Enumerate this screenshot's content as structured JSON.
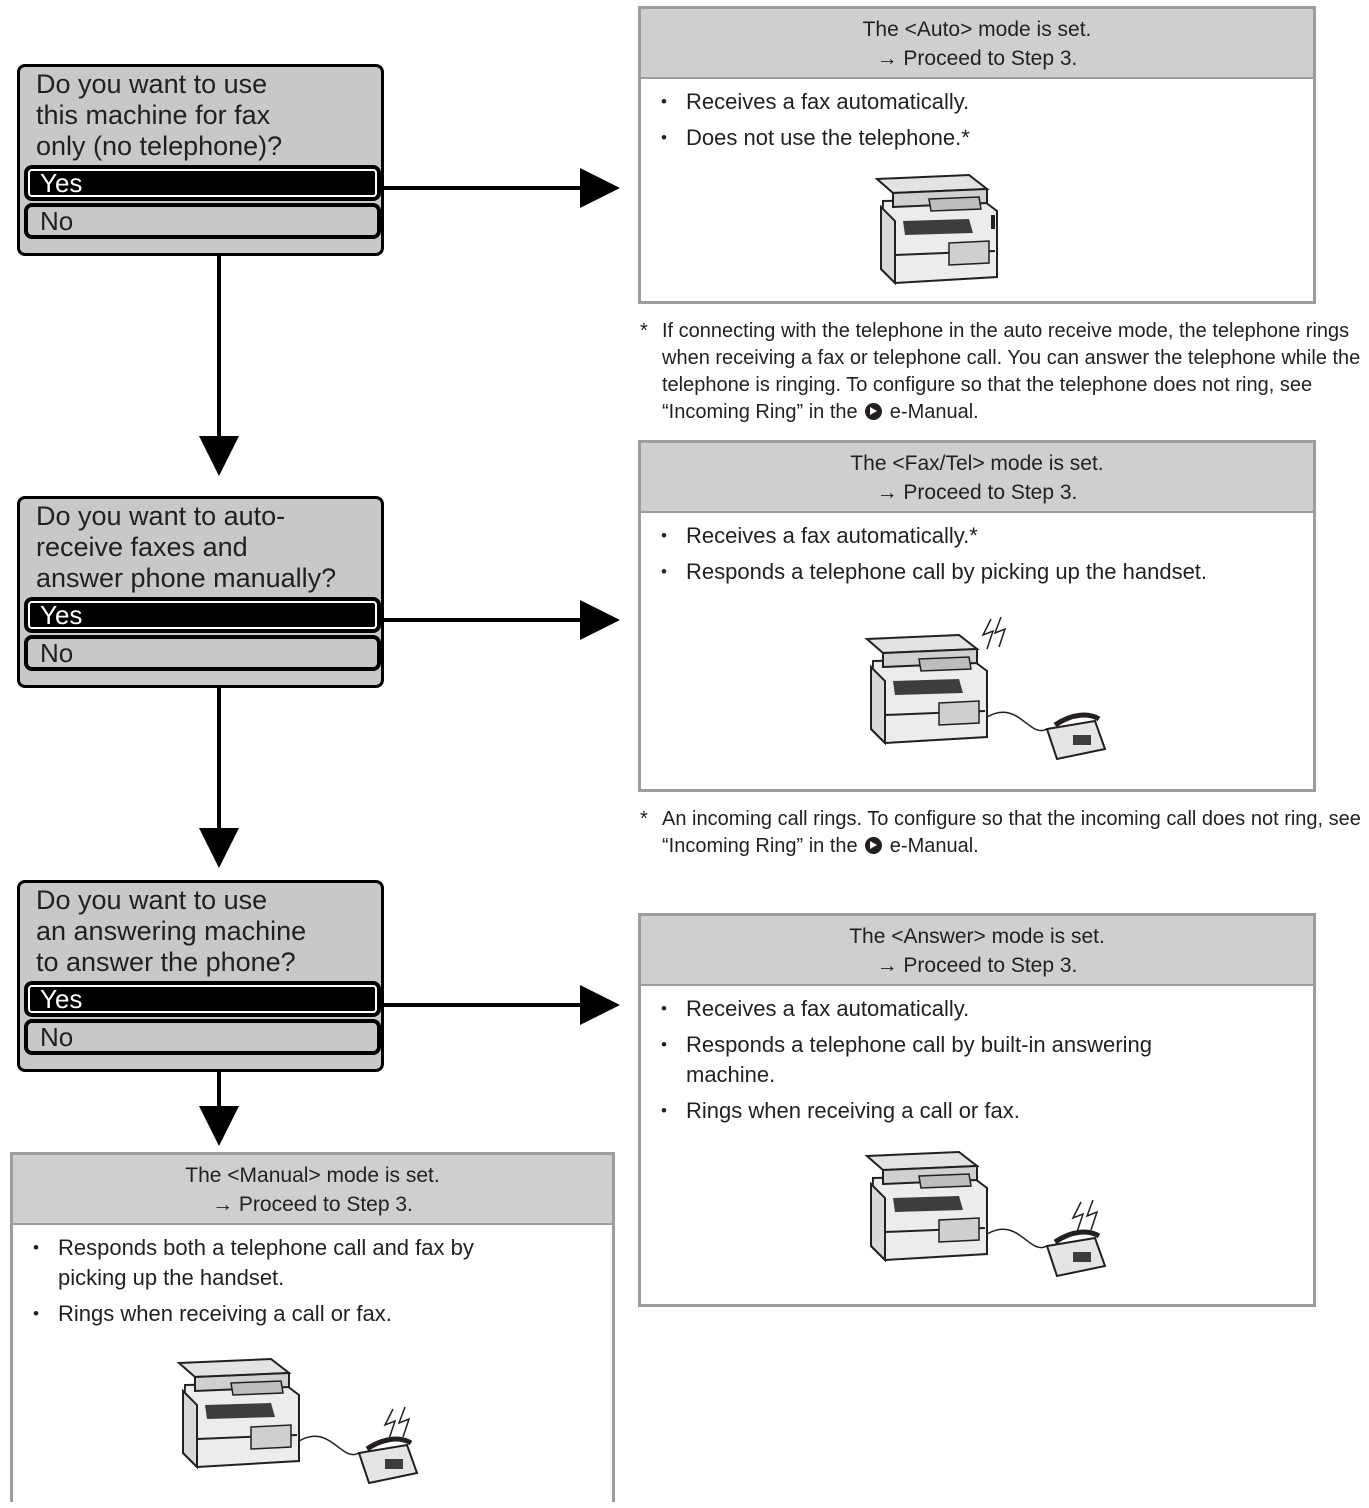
{
  "questions": [
    {
      "text": "Do you want to use\nthis machine for fax\nonly (no telephone)?",
      "yes": "Yes",
      "no": "No"
    },
    {
      "text": "Do you want to auto-\nreceive faxes and\nanswer phone manually?",
      "yes": "Yes",
      "no": "No"
    },
    {
      "text": "Do you want to use\nan answering machine\nto answer the phone?",
      "yes": "Yes",
      "no": "No"
    }
  ],
  "results": {
    "auto": {
      "title": "The <Auto> mode is set.",
      "proceed": "→ Proceed to Step 3.",
      "bullets": [
        "Receives a fax automatically.",
        "Does not use the telephone.*"
      ],
      "illustration": "printer-icon"
    },
    "faxtel": {
      "title": "The <Fax/Tel> mode is set.",
      "proceed": "→ Proceed to Step 3.",
      "bullets": [
        "Receives a fax automatically.*",
        "Responds a telephone call by picking up the handset."
      ],
      "illustration": "printer-with-ringing-phone-icon"
    },
    "answer": {
      "title": "The <Answer> mode is set.",
      "proceed": "→ Proceed to Step 3.",
      "bullets": [
        "Receives a fax automatically.",
        "Responds a telephone call by built-in answering machine.",
        "Rings when receiving a call or fax."
      ],
      "illustration": "printer-with-ringing-phone-icon"
    },
    "manual": {
      "title": "The <Manual> mode is set.",
      "proceed": "→ Proceed to Step 3.",
      "bullets": [
        "Responds both a telephone call and fax by picking up the handset.",
        "Rings when receiving a call or fax."
      ],
      "illustration": "printer-with-ringing-phone-icon"
    }
  },
  "notes": {
    "auto": {
      "asterisk": "*",
      "before": "If connecting with the telephone in the auto receive mode, the telephone rings when receiving a fax or telephone call. You can answer the telephone while the telephone is ringing. To configure so that the telephone does not ring, see “Incoming Ring” in the",
      "after": "e-Manual."
    },
    "faxtel": {
      "asterisk": "*",
      "before": "An incoming call rings. To configure so that the incoming call does not ring, see “Incoming Ring” in the",
      "after": "e-Manual."
    }
  },
  "colors": {
    "panel_gray": "#c8c8c8",
    "header_gray": "#cfcfcf",
    "border_gray": "#9d9d9d",
    "text": "#231f20"
  }
}
